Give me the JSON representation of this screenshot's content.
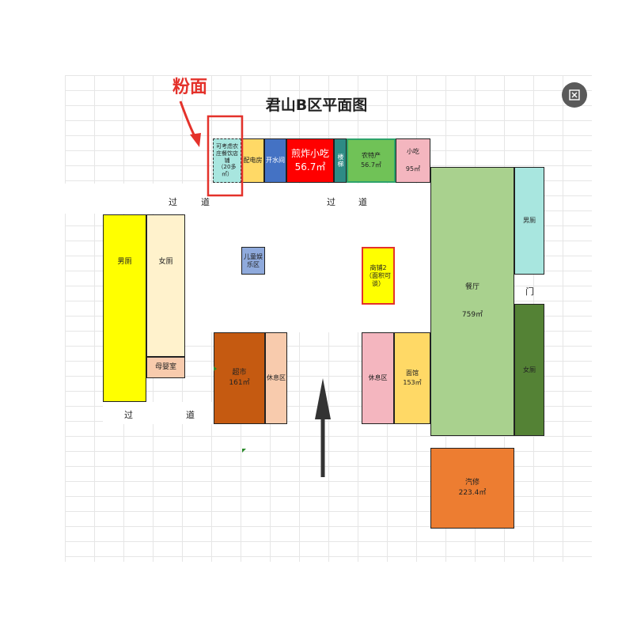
{
  "title": "君山B区平面图",
  "annotation": "粉面",
  "corridor_labels": {
    "top_left": [
      "过",
      "道"
    ],
    "top_right": [
      "过",
      "道"
    ],
    "bottom_left": [
      "过",
      "道"
    ]
  },
  "rooms": {
    "rent_shop": "可考虑农\n庄餐饮店铺\n（20多\n㎡）",
    "power_room": "配电房",
    "water_room": "开水间",
    "snack_big": "煎炸小吃",
    "snack_big_area": "56.7㎡",
    "stairs": "楼梯",
    "local_produce": "农特产",
    "local_produce_area": "56.7㎡",
    "snack_small": "小吃",
    "snack_small_area": "95㎡",
    "male_wc_left": "男厕",
    "female_wc_left": "女厕",
    "mother_baby": "母婴室",
    "kids_play": "儿童娱\n乐区",
    "shop2": "商铺2\n（面积可\n谈）",
    "supermarket": "超市",
    "supermarket_area": "161㎡",
    "rest_left": "休息区",
    "rest_right": "休息区",
    "noodle_shop": "面馆",
    "noodle_area": "153㎡",
    "restaurant": "餐厅",
    "restaurant_area": "759㎡",
    "male_wc_right": "男厕",
    "door": "门",
    "female_wc_right": "女厕",
    "auto_repair": "汽修",
    "auto_repair_area": "223.4㎡"
  },
  "colors": {
    "accent_red": "#e4322b",
    "yellow": "#ffff00",
    "cream": "#fff2cc",
    "peach": "#f8cbad",
    "brown": "#c55a11",
    "pink": "#f4b6bf",
    "gold": "#ffd966",
    "light_green": "#a9d18e",
    "dark_green": "#548235",
    "aqua": "#a8e6df",
    "orange": "#ed7d31",
    "blue": "#4472c4",
    "teal": "#2e8b85",
    "red": "#ff0000",
    "green": "#70c257"
  },
  "icons": {
    "close": "close-icon"
  }
}
